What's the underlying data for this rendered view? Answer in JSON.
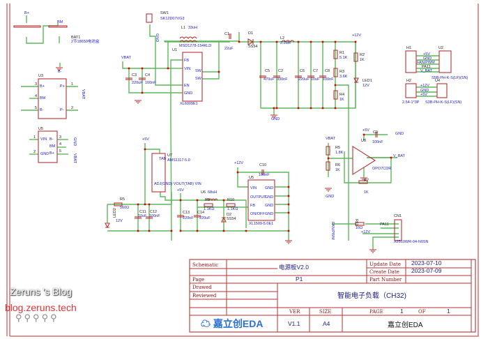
{
  "title_block": {
    "schematic_label": "Schematic",
    "schematic_name": "电源板V2.0",
    "update_date_label": "Update Date",
    "update_date": "2023-07-10",
    "create_date_label": "Create Date",
    "create_date": "2023-07-09",
    "page_label": "Page",
    "page": "P1",
    "part_number_label": "Part Number",
    "drawed_label": "Drawed",
    "reviewed_label": "Reviewed",
    "project": "智能电子负载（CH32)",
    "ver_label": "VER",
    "size_label": "SIZE",
    "page_of_label": "PAGE",
    "page_num": "1",
    "of_label": "OF",
    "page_total": "1",
    "ver": "V1.1",
    "size": "A4",
    "company": "嘉立创EDA",
    "logo_text": "嘉立创EDA"
  },
  "watermark": {
    "title": "Zeruns 's Blog",
    "url": "blog.zeruns.tech"
  },
  "colors": {
    "wire": "#5cb85c",
    "component": "#b83232",
    "label": "#1a1acc",
    "junction": "#dd0000"
  },
  "labels": [
    "B+",
    "BM",
    "BAT1",
    "2节18650电池盒",
    "B-",
    "U3",
    "B+",
    "BM",
    "B-",
    "P+",
    "P-",
    "3",
    "4",
    "5",
    "1",
    "2",
    "VBAT",
    "U5",
    "VIN",
    "GND",
    "B-",
    "BM",
    "B+",
    "1",
    "2",
    "3",
    "4",
    "5",
    "GND",
    "VBAT",
    "SW1",
    "SK12D07VG3",
    "GND",
    "L1",
    "33uH",
    "MSD1278-154KLD",
    "C1",
    "22uF",
    "D1",
    "SS54",
    "L2",
    "2.2uH",
    "+12V",
    "U1",
    "FB",
    "VIN",
    "EN",
    "GND",
    "SW",
    "SW",
    "XL6009E1",
    "VBAT",
    "C3",
    "220uF",
    "C4",
    "100nF",
    "C5",
    "470uF",
    "C2",
    "330nF",
    "C6",
    "220uF",
    "C7",
    "10uF",
    "C8",
    "100nF",
    "R1",
    "5.1K",
    "R3",
    "3.6K",
    "R4",
    "1K",
    "R2",
    "1K",
    "LED1",
    "12V",
    "GND",
    "H1",
    "U2",
    "+5V",
    "GND",
    "FAN/PWM",
    "PA11",
    "V_BAT",
    "S5B-PH-K-S(LF)(SN)",
    "H2",
    "U4",
    "+12V",
    "GND",
    "+5V",
    "2.54-1*3P",
    "S3B-PH-K-S(LF)(SN)",
    "+5V",
    "U7",
    "AMS1117-5.0",
    "TAB",
    "ADJ(GND) VOUT(TAB) VIN",
    "R5",
    "560Ω",
    "LED2",
    "12V",
    "C11",
    "10uF",
    "C12",
    "100nF",
    "+5V",
    "C13",
    "220nF",
    "C14",
    "220uF",
    "U6",
    "68uH",
    "R9",
    "1.1KΩ",
    "R10",
    "1.1KΩ",
    "D2",
    "SS54",
    "+12V",
    "C10",
    "100nF",
    "U5",
    "VIN",
    "OUTPUT",
    "FB",
    "ON/OFF",
    "GND",
    "GND",
    "GND",
    "GND",
    "XL1509-5.0E1",
    "VBAT",
    "R5",
    "1.8K",
    "R6",
    "1K",
    "GND",
    "U8",
    "+5V",
    "C9",
    "100nF",
    "GND",
    "V_BAT",
    "OPO7CDR",
    "R7",
    "1K",
    "FAN/PWM",
    "R11",
    "10Ω",
    "PA11",
    "+12V",
    "CN1",
    "X2510WR-04-N0SN"
  ]
}
